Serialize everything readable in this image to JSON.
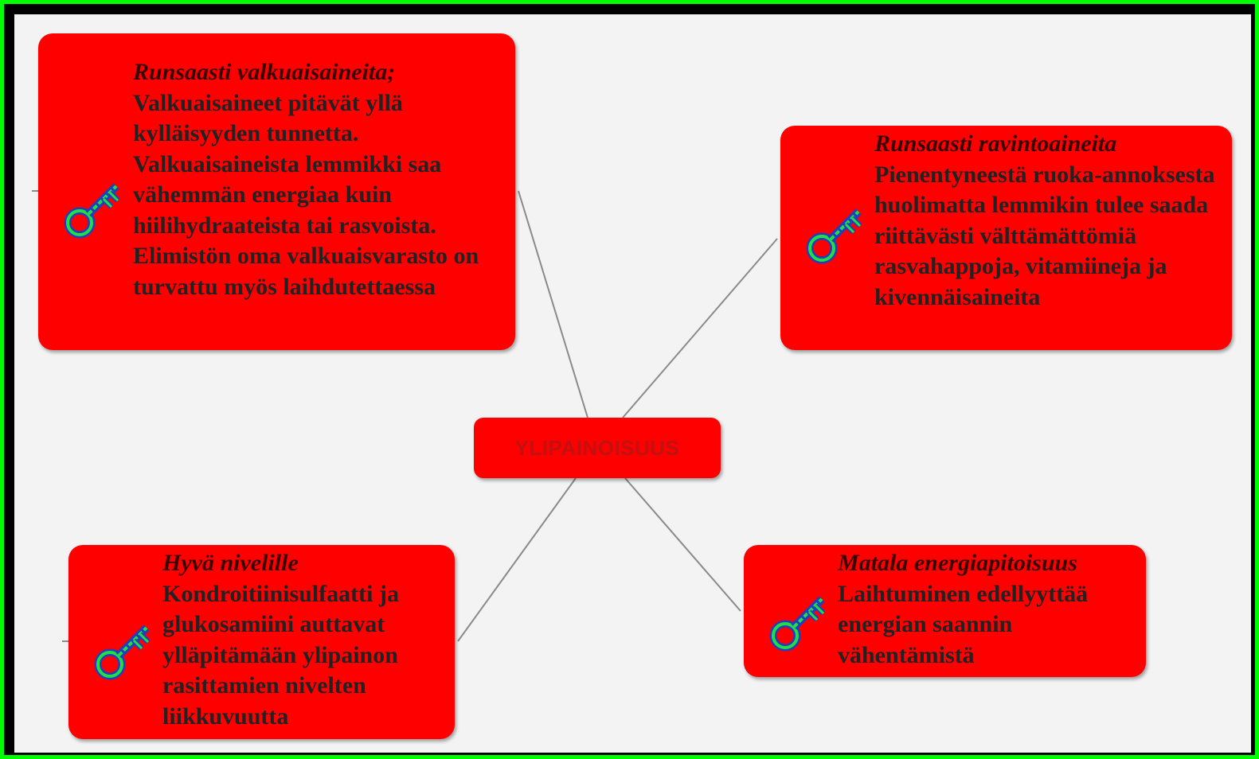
{
  "center": {
    "label": "YLIPAINOISUUS"
  },
  "nodes": [
    {
      "lead": "Runsaasti valkuaisaineita;",
      "body": "Valkuaisaineet pitävät yllä kylläisyyden tunnetta. Valkuaisaineista lemmikki saa vähemmän energiaa kuin hiilihydraateista tai rasvoista. Elimistön oma valkuaisvarasto on turvattu myös laihdutettaessa",
      "icon": "key-icon"
    },
    {
      "lead": "Runsaasti ravintoaineita",
      "body": "Pienentyneestä ruoka-annoksesta huolimatta lemmikin tulee saada riittävästi välttämättömiä rasvahappoja, vitamiineja ja kivennäisaineita",
      "icon": "key-icon"
    },
    {
      "lead": "Hyvä nivelille",
      "body": "Kondroitiinisulfaatti ja glukosamiini auttavat ylläpitämään ylipainon rasittamien nivelten liikkuvuutta",
      "icon": "key-icon"
    },
    {
      "lead": "Matala energiapitoisuus",
      "body": "Laihtuminen edellyyttää energian saannin vähentämistä",
      "icon": "key-icon"
    }
  ],
  "colors": {
    "node_fill": "#ff0000",
    "frame_border": "#00ff00",
    "canvas_bg": "#f3f3f3",
    "connector": "#8a8a8a",
    "key_outline": "#1f3fbf",
    "key_fill": "#22dd44"
  }
}
